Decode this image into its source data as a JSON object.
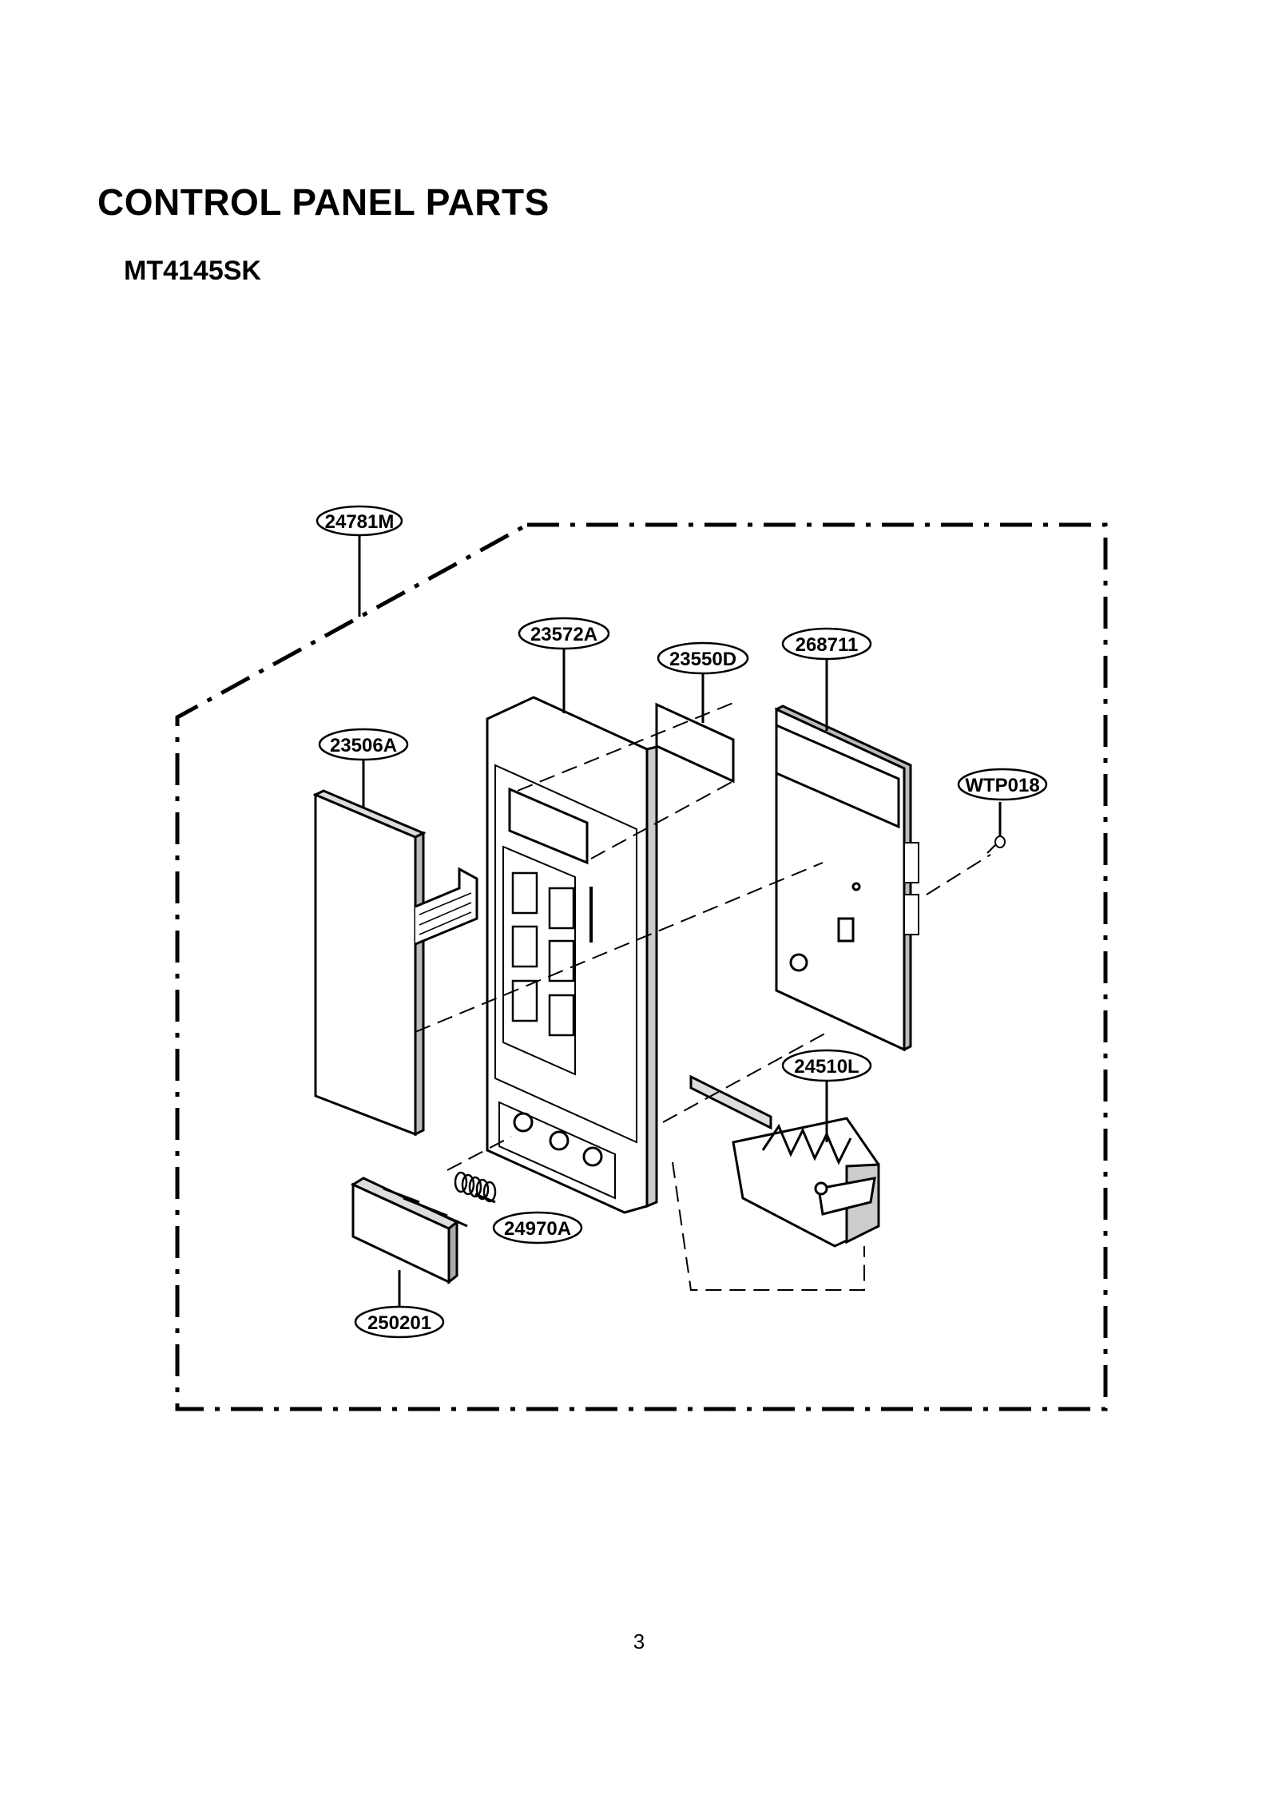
{
  "header": {
    "title": "CONTROL PANEL PARTS",
    "model": "MT4145SK"
  },
  "parts": {
    "frame": "24781M",
    "panel_body": "23572A",
    "window_film": "23550D",
    "pcb": "268711",
    "screw": "WTP018",
    "membrane": "23506A",
    "door_lever": "24510L",
    "spring": "24970A",
    "button": "250201"
  },
  "footer": {
    "page_number": "3"
  }
}
